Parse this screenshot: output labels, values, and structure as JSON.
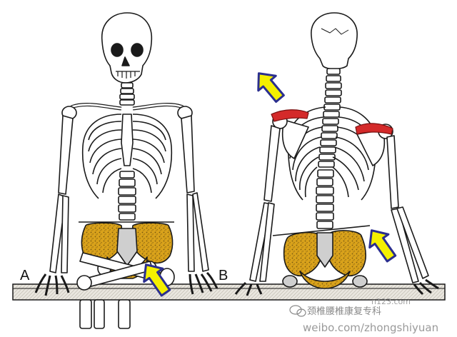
{
  "panels": {
    "a": {
      "label": "A"
    },
    "b": {
      "label": "B"
    }
  },
  "watermark": {
    "handle": "颈椎腰椎康复专科",
    "url": "weibo.com/zhongshiyuan",
    "site": "n123.com"
  },
  "colors": {
    "bone_outline": "#1a1a1a",
    "bone_fill": "#ffffff",
    "pelvis_fill": "#d9a21b",
    "pelvis_speckle": "#7a5a10",
    "arrow_fill": "#f4f000",
    "arrow_stroke": "#2b2f8f",
    "muscle_red": "#d42a2a",
    "table_fill": "#e9e6df"
  },
  "icons": {
    "watermark_badge": "chat-bubble-icon"
  }
}
